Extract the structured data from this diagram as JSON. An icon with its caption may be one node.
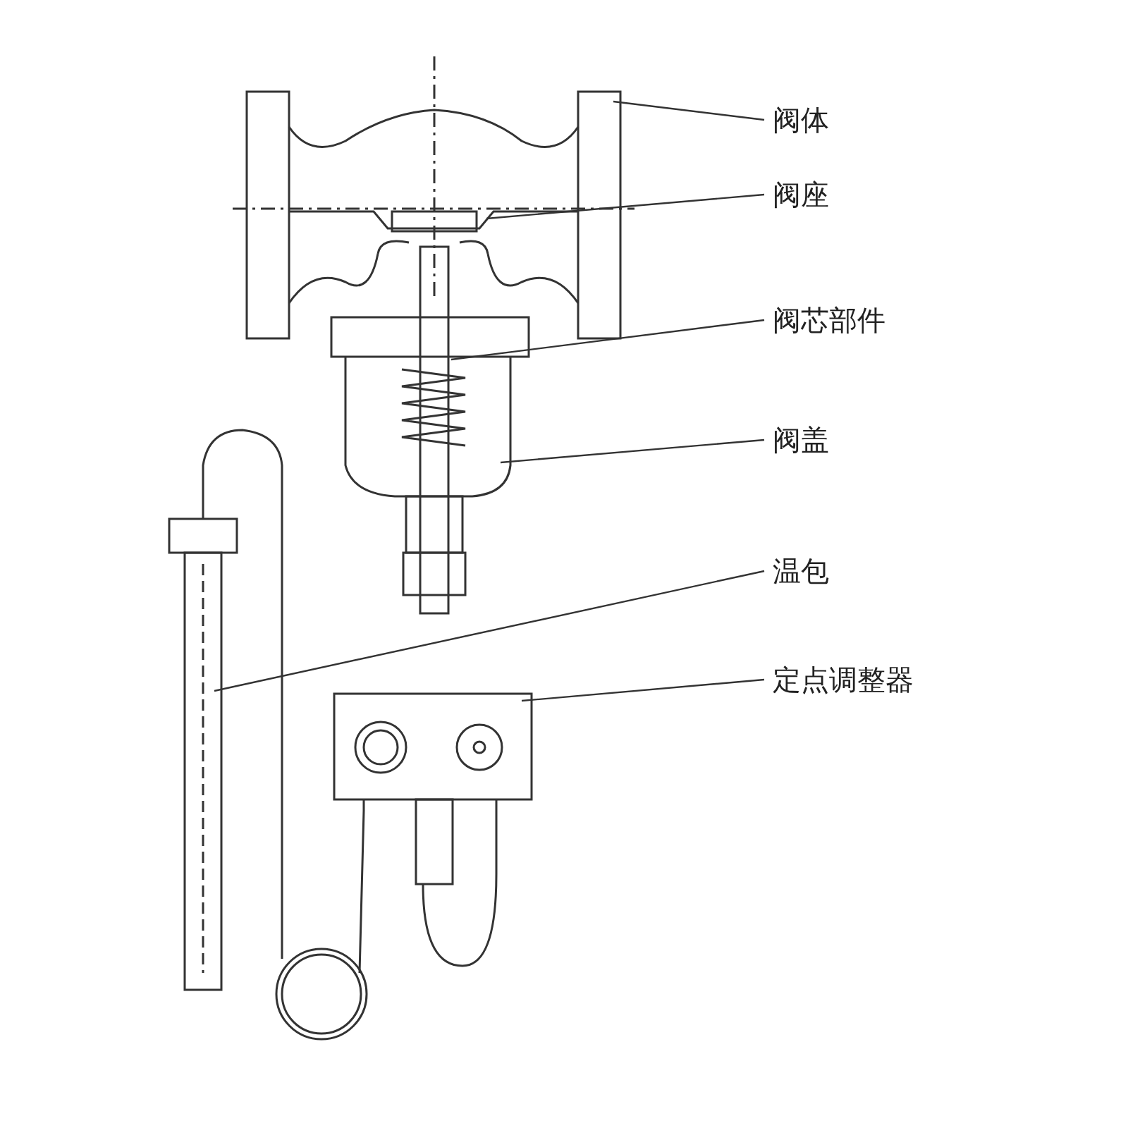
{
  "diagram": {
    "nodes": [
      {
        "text": [
          "阀体"
        ]
      },
      {
        "text": [
          "阀座"
        ]
      },
      {
        "text": [
          "阀芯部件"
        ]
      },
      {
        "text": [
          "阀盖"
        ]
      },
      {
        "text": [
          "温包"
        ]
      },
      {
        "text": [
          "定点调整器"
        ]
      }
    ],
    "edges": [
      {
        "from": 0,
        "to": null,
        "arrow": "none"
      },
      {
        "from": 1,
        "to": null,
        "arrow": "none"
      },
      {
        "from": 2,
        "to": null,
        "arrow": "none"
      },
      {
        "from": 3,
        "to": null,
        "arrow": "none"
      },
      {
        "from": 4,
        "to": null,
        "arrow": "none"
      },
      {
        "from": 5,
        "to": null,
        "arrow": "none"
      }
    ]
  }
}
